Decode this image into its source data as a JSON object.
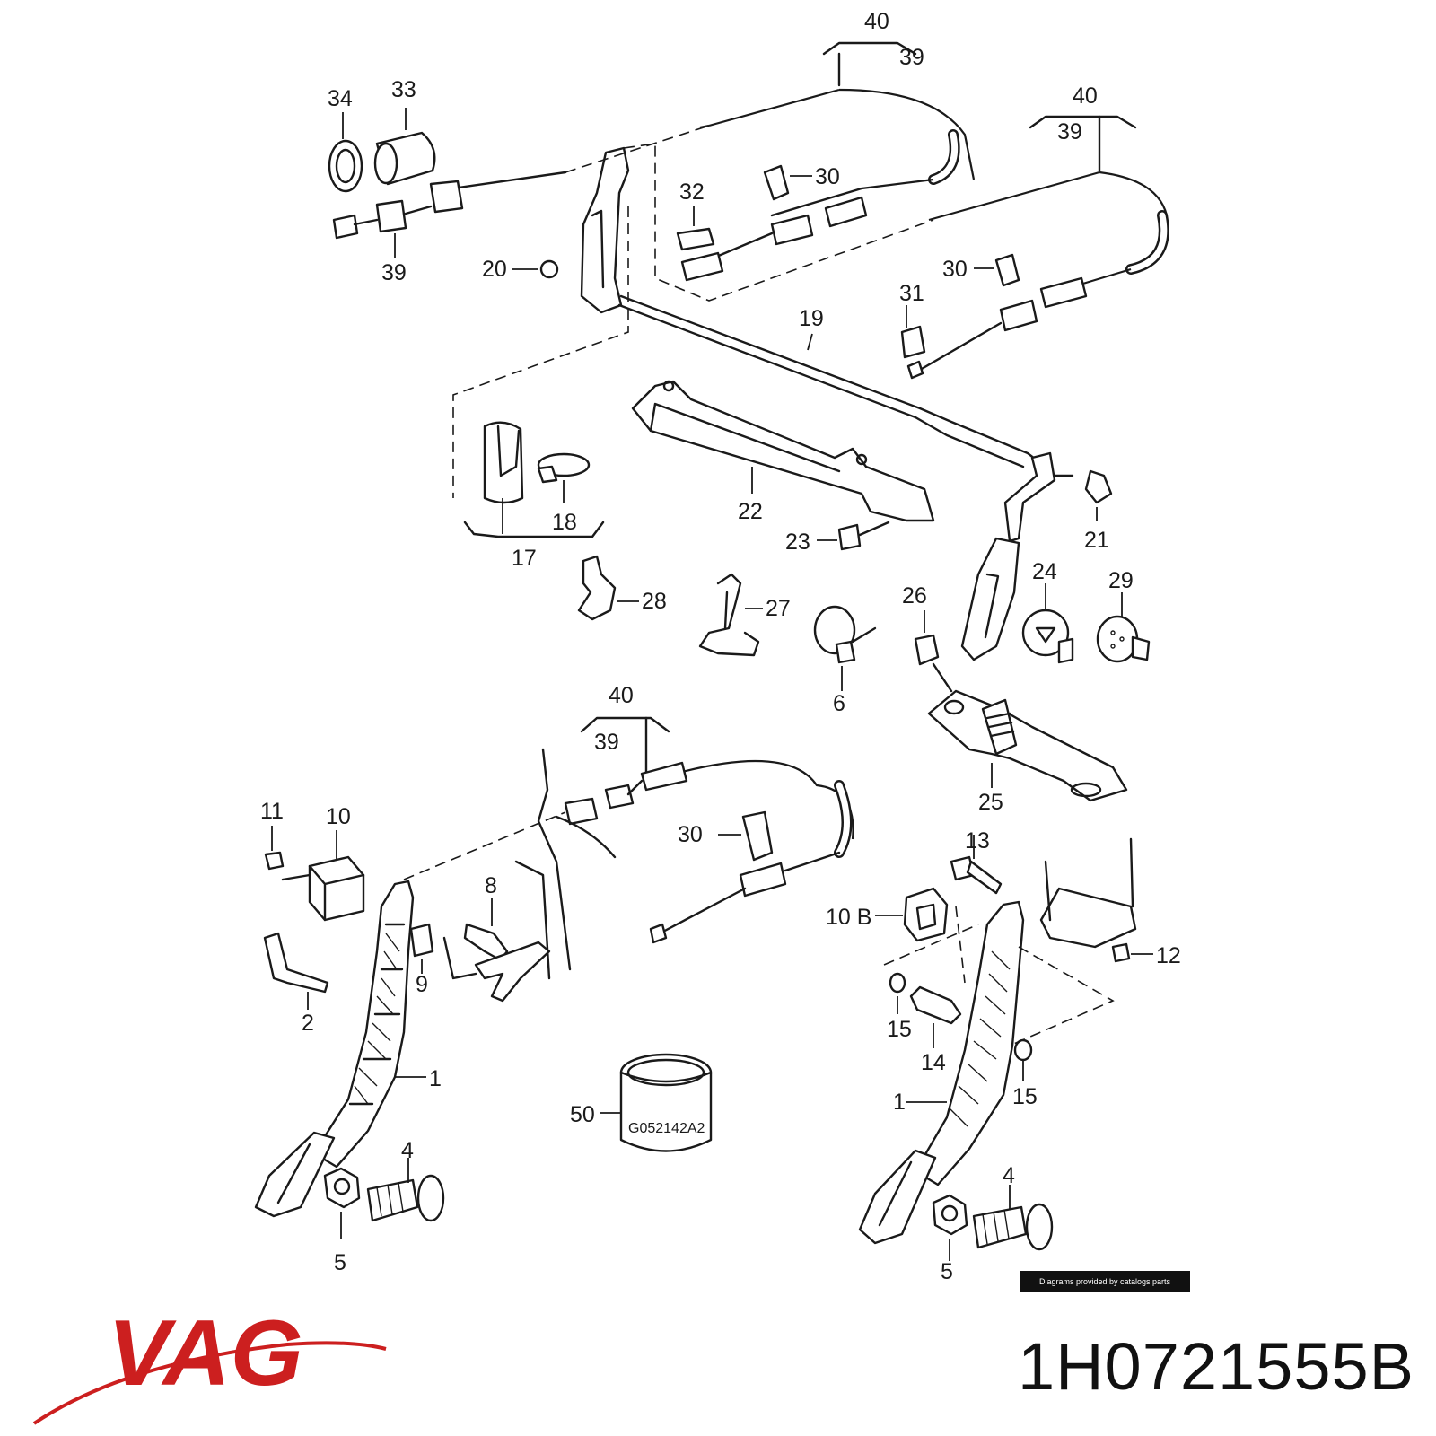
{
  "brand": {
    "name": "VAG",
    "color": "#cc1f1f"
  },
  "part_number": "1H0721555B",
  "credit": "Diagrams provided by catalogs parts",
  "callouts": {
    "c40a": "40",
    "c39a": "39",
    "c40b": "40",
    "c39b": "39",
    "c34": "34",
    "c33": "33",
    "c39c": "39",
    "c32": "32",
    "c30a": "30",
    "c20": "20",
    "c30b": "30",
    "c31": "31",
    "c19": "19",
    "c22": "22",
    "c21": "21",
    "c18": "18",
    "c17": "17",
    "c23": "23",
    "c24": "24",
    "c29": "29",
    "c26": "26",
    "c28": "28",
    "c27": "27",
    "c6": "6",
    "c25": "25",
    "c40c": "40",
    "c39d": "39",
    "c11": "11",
    "c10": "10",
    "c8": "8",
    "c30c": "30",
    "c9": "9",
    "c2": "2",
    "c1a": "1",
    "c50": "50",
    "c50label": "G052142A2",
    "c4a": "4",
    "c5a": "5",
    "c13": "13",
    "c10b": "10 B",
    "c12": "12",
    "c15a": "15",
    "c14": "14",
    "c15b": "15",
    "c1b": "1",
    "c4b": "4",
    "c5b": "5"
  }
}
